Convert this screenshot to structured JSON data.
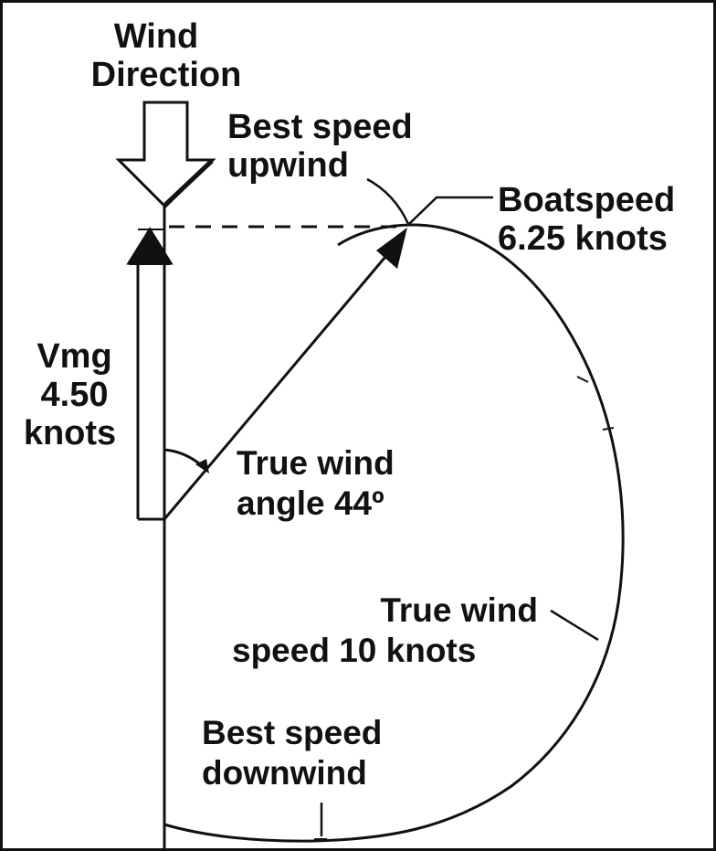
{
  "diagram": {
    "wind_direction": {
      "line1": "Wind",
      "line2": "Direction"
    },
    "best_speed_upwind": {
      "line1": "Best speed",
      "line2": "upwind"
    },
    "boatspeed": {
      "line1": "Boatspeed",
      "line2": "6.25 knots"
    },
    "vmg": {
      "line1": "Vmg",
      "line2": "4.50",
      "line3": "knots"
    },
    "true_wind_angle": {
      "line1": "True wind",
      "line2": "angle 44º"
    },
    "true_wind_speed": {
      "line1": "True wind",
      "line2": "speed 10 knots"
    },
    "best_speed_downwind": {
      "line1": "Best speed",
      "line2": "downwind"
    }
  },
  "colors": {
    "stroke": "#111111",
    "background": "#ffffff"
  }
}
